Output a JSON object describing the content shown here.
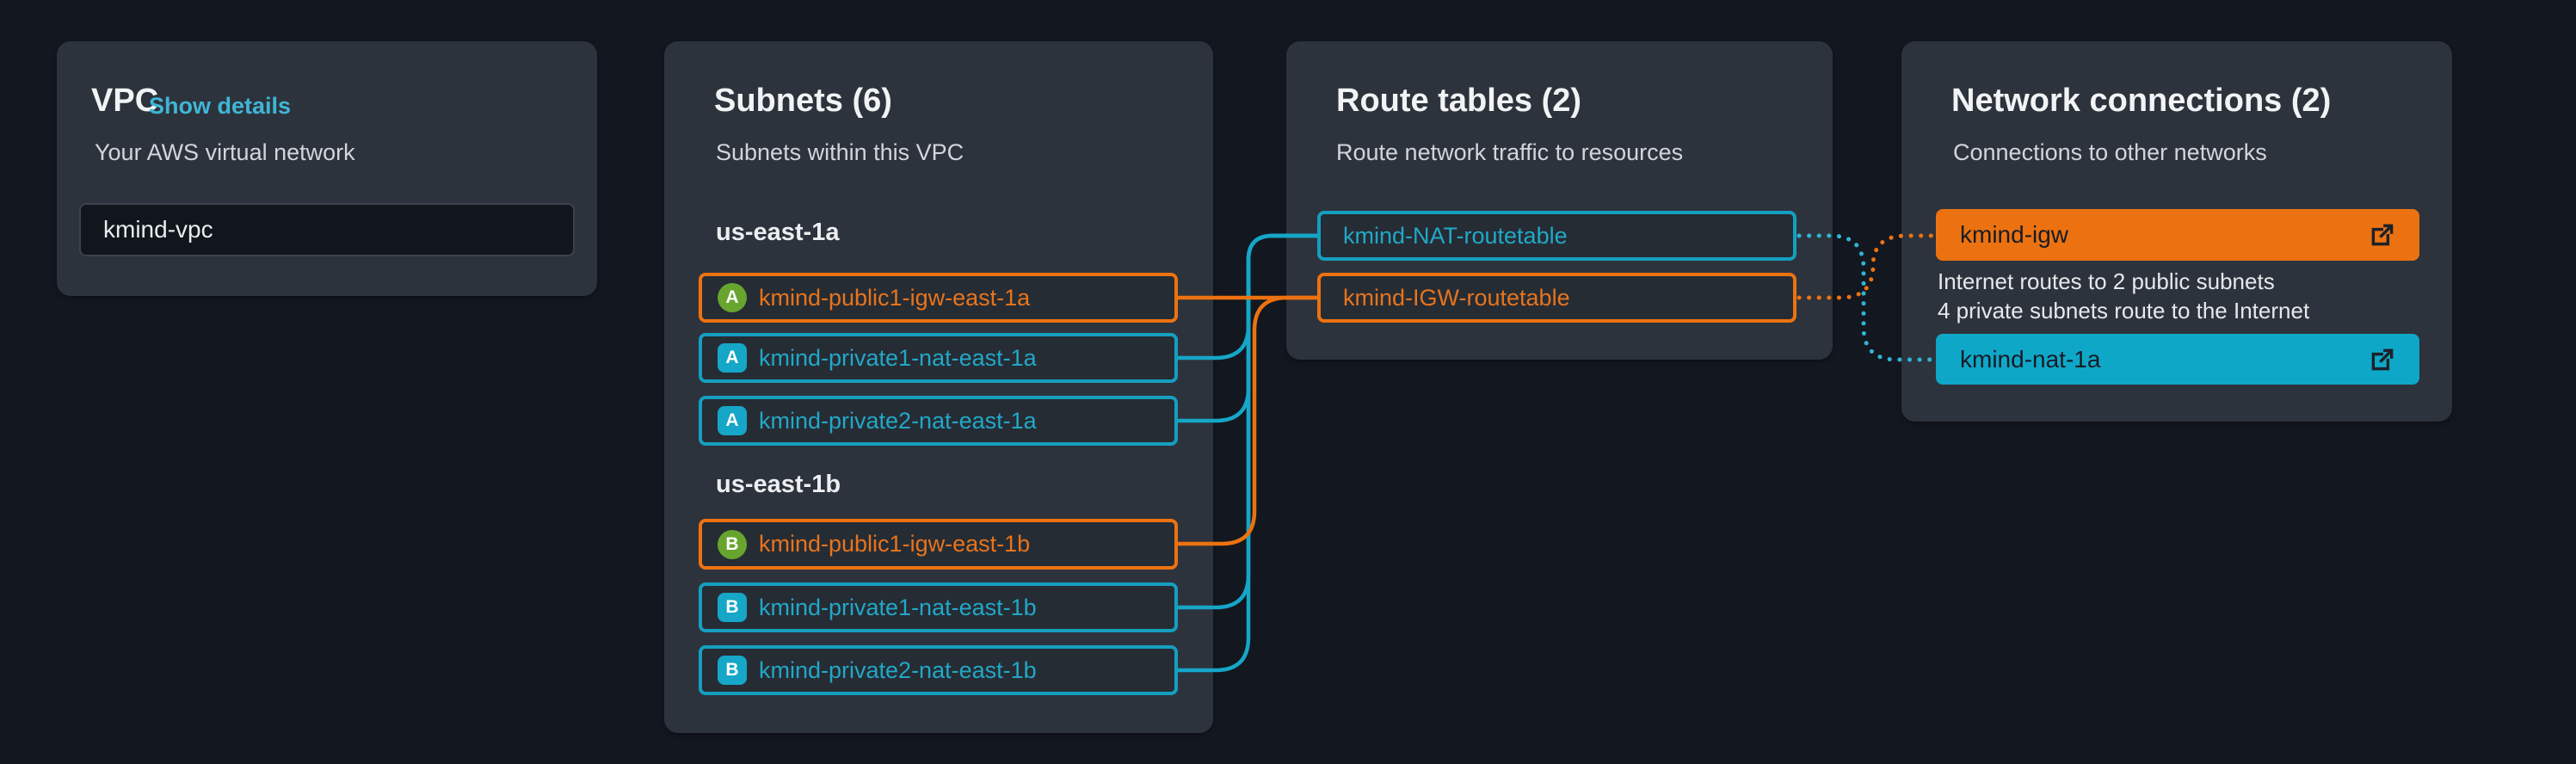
{
  "vpc_panel": {
    "title": "VPC",
    "details_link": "Show details",
    "subtitle": "Your AWS virtual network",
    "vpc_name": "kmind-vpc"
  },
  "subnets_panel": {
    "title": "Subnets (6)",
    "subtitle": "Subnets within this VPC",
    "groups": [
      {
        "label": "us-east-1a",
        "items": [
          {
            "badge": "A",
            "type": "public",
            "label": "kmind-public1-igw-east-1a"
          },
          {
            "badge": "A",
            "type": "private",
            "label": "kmind-private1-nat-east-1a"
          },
          {
            "badge": "A",
            "type": "private",
            "label": "kmind-private2-nat-east-1a"
          }
        ]
      },
      {
        "label": "us-east-1b",
        "items": [
          {
            "badge": "B",
            "type": "public",
            "label": "kmind-public1-igw-east-1b"
          },
          {
            "badge": "B",
            "type": "private",
            "label": "kmind-private1-nat-east-1b"
          },
          {
            "badge": "B",
            "type": "private",
            "label": "kmind-private2-nat-east-1b"
          }
        ]
      }
    ]
  },
  "route_panel": {
    "title": "Route tables (2)",
    "subtitle": "Route network traffic to resources",
    "items": [
      {
        "label": "kmind-NAT-routetable",
        "type": "nat"
      },
      {
        "label": "kmind-IGW-routetable",
        "type": "igw"
      }
    ]
  },
  "net_panel": {
    "title": "Network connections (2)",
    "subtitle": "Connections to other networks",
    "igw": {
      "label": "kmind-igw"
    },
    "igw_desc_line1": "Internet routes to 2 public subnets",
    "igw_desc_line2": "4 private subnets route to the Internet",
    "nat": {
      "label": "kmind-nat-1a"
    }
  },
  "connections": [
    {
      "from": "kmind-public1-igw-east-1a",
      "to": "kmind-IGW-routetable",
      "style": "solid",
      "color": "orange"
    },
    {
      "from": "kmind-public1-igw-east-1b",
      "to": "kmind-IGW-routetable",
      "style": "solid",
      "color": "orange"
    },
    {
      "from": "kmind-private1-nat-east-1a",
      "to": "kmind-NAT-routetable",
      "style": "solid",
      "color": "blue"
    },
    {
      "from": "kmind-private2-nat-east-1a",
      "to": "kmind-NAT-routetable",
      "style": "solid",
      "color": "blue"
    },
    {
      "from": "kmind-private1-nat-east-1b",
      "to": "kmind-NAT-routetable",
      "style": "solid",
      "color": "blue"
    },
    {
      "from": "kmind-private2-nat-east-1b",
      "to": "kmind-NAT-routetable",
      "style": "solid",
      "color": "blue"
    },
    {
      "from": "kmind-NAT-routetable",
      "to": "kmind-nat-1a",
      "style": "dotted",
      "color": "blue"
    },
    {
      "from": "kmind-IGW-routetable",
      "to": "kmind-igw",
      "style": "dotted",
      "color": "orange"
    }
  ],
  "colors": {
    "page_bg": "#13171f",
    "panel_bg": "#2d333c",
    "node_bg": "#262c34",
    "orange": "#ec7211",
    "blue": "#15a6c8",
    "green_badge": "#67a52f",
    "link_cyan": "#3fb6d6"
  }
}
